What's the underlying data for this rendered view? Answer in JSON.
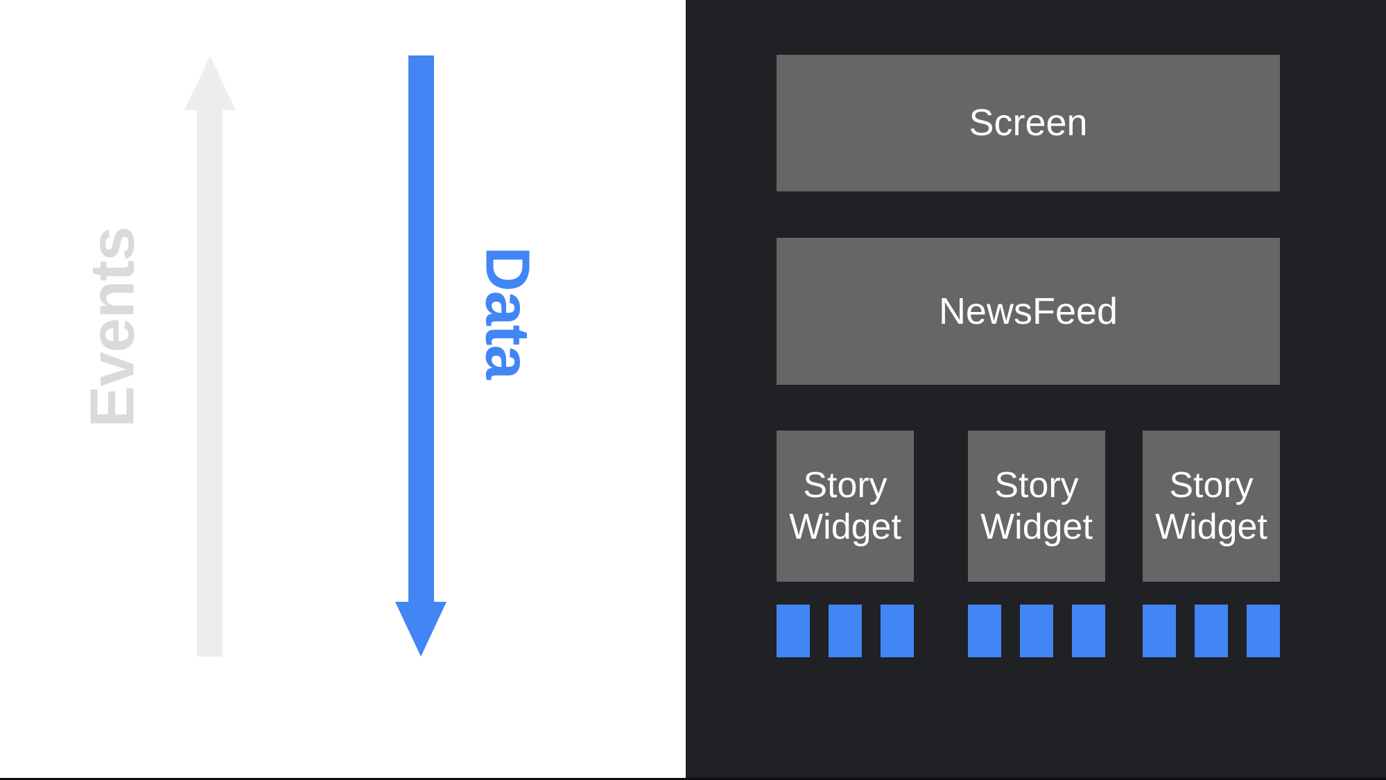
{
  "left_panel": {
    "events_label": "Events",
    "data_label": "Data"
  },
  "right_panel": {
    "screen_label": "Screen",
    "newsfeed_label": "NewsFeed",
    "story_widgets": [
      {
        "label": "Story Widget"
      },
      {
        "label": "Story Widget"
      },
      {
        "label": "Story Widget"
      }
    ],
    "data_squares_per_widget": 3
  },
  "colors": {
    "accent_blue": "#4285F4",
    "dark_panel_bg": "#202124",
    "box_gray": "#666667",
    "arrow_light_gray": "#EDEDEE",
    "events_text_gray": "#D8DADC",
    "box_text_white": "#FFFFFF",
    "bottom_bar_black": "#0D0D0D"
  }
}
